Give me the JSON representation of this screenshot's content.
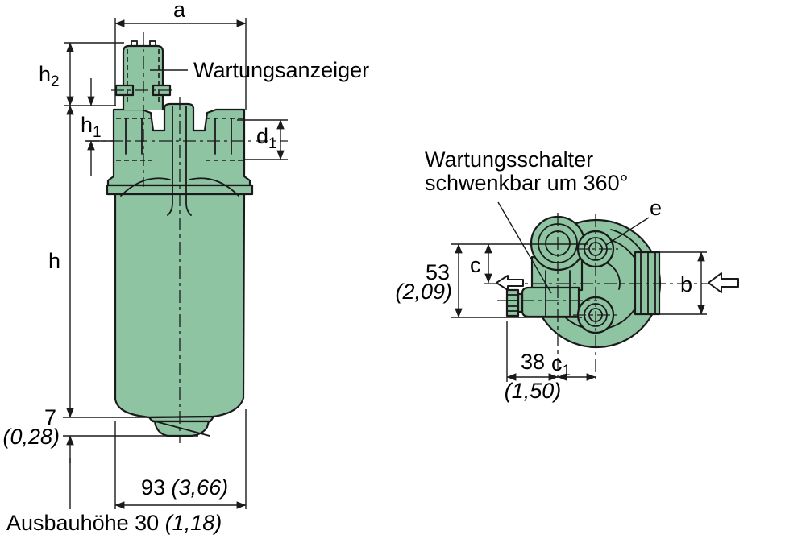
{
  "side_view": {
    "indicator_label": "Wartungsanzeiger",
    "dim_a": "a",
    "dim_h": "h",
    "dim_h2": {
      "base": "h",
      "sub": "2"
    },
    "dim_h1": {
      "base": "h",
      "sub": "1"
    },
    "dim_d1": {
      "base": "d",
      "sub": "1"
    },
    "dim_bottom_mm": "7",
    "dim_bottom_in": "(0,28)",
    "dim_diameter_mm": "93 ",
    "dim_diameter_in": "(3,66)",
    "removal_note": "Ausbauhöhe 30 ",
    "removal_note_in": "(1,18)"
  },
  "top_view": {
    "switch_label_line1": "Wartungsschalter",
    "switch_label_line2": "schwenkbar um 360°",
    "dim_c": "c",
    "dim_b": "b",
    "dim_e": "e",
    "dim_c1": {
      "base": "c",
      "sub": "1"
    },
    "dim_53_mm": "53",
    "dim_53_in": "(2,09)",
    "dim_38_mm": "38",
    "dim_38_in": "(1,50)"
  },
  "colors": {
    "body_fill": "#8fc4a3",
    "line": "#1a1a1a",
    "background": "#ffffff"
  }
}
